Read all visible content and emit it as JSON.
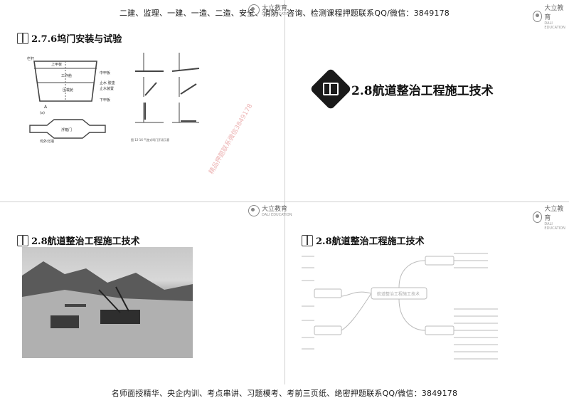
{
  "header": {
    "promo": "二建、监理、一建、一造、二造、安全、消防、咨询、检测课程押题联系QQ/微信：3849178"
  },
  "footer": {
    "promo": "名师面授精华、央企内训、考点串讲、习题模考、考前三页纸、绝密押题联系QQ/微信：3849178"
  },
  "logo": {
    "name": "大立教育",
    "sub": "DALI EDUCATION"
  },
  "slides": [
    {
      "title": "2.7.6坞门安装与试验",
      "figure_left_labels": [
        "栏杆",
        "上甲板",
        "工作舱",
        "压载舱",
        "中甲板",
        "止水 胶垫",
        "止水装置",
        "下甲板",
        "A",
        "(a)",
        "浮箱门",
        "坞外北墙"
      ],
      "figure_right_caption": "图 12-16  气垫式坞门开闭示意"
    },
    {
      "title": "2.8航道整治工程施工技术"
    },
    {
      "title": "2.8航道整治工程施工技术"
    },
    {
      "title": "2.8航道整治工程施工技术",
      "mindmap_center": "航道整治工程施工技术"
    }
  ],
  "watermark": "精品押题联系微信3849178"
}
